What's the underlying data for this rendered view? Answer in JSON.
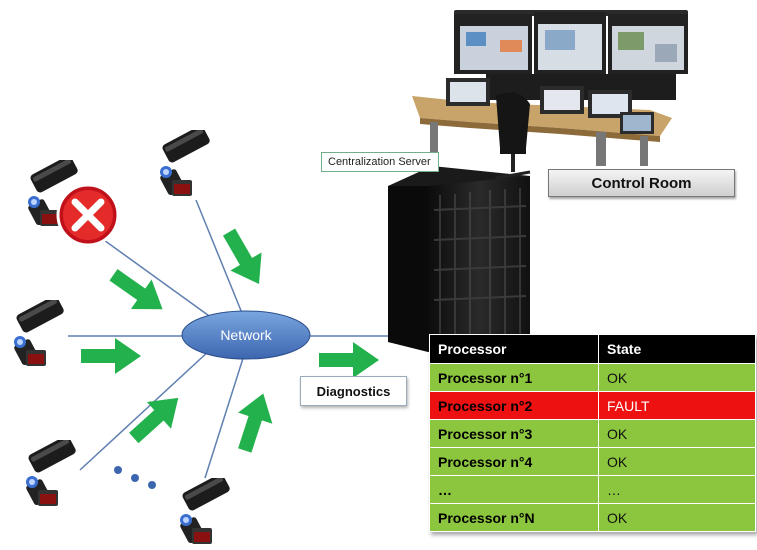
{
  "labels": {
    "server": "Centralization Server",
    "control_room": "Control Room",
    "network": "Network",
    "diagnostics": "Diagnostics",
    "ellipsis": "• • •"
  },
  "table": {
    "headers": [
      "Processor",
      "State"
    ],
    "rows": [
      {
        "processor": "Processor n°1",
        "state": "OK",
        "status": "ok"
      },
      {
        "processor": "Processor n°2",
        "state": "FAULT",
        "status": "fault"
      },
      {
        "processor": "Processor n°3",
        "state": "OK",
        "status": "ok"
      },
      {
        "processor": "Processor n°4",
        "state": "OK",
        "status": "ok"
      },
      {
        "processor": "…",
        "state": "…",
        "status": "ok"
      },
      {
        "processor": "Processor n°N",
        "state": "OK",
        "status": "ok"
      }
    ]
  },
  "colors": {
    "ok": "#8cc63e",
    "fault": "#ee1111",
    "arrow": "#22b14c",
    "network": "#5b86c6",
    "header": "#000000"
  },
  "icons": {
    "camera": "surveillance-camera-icon",
    "fault": "red-x-fault-icon",
    "server": "server-rack-icon",
    "control_room": "control-room-console-icon"
  }
}
